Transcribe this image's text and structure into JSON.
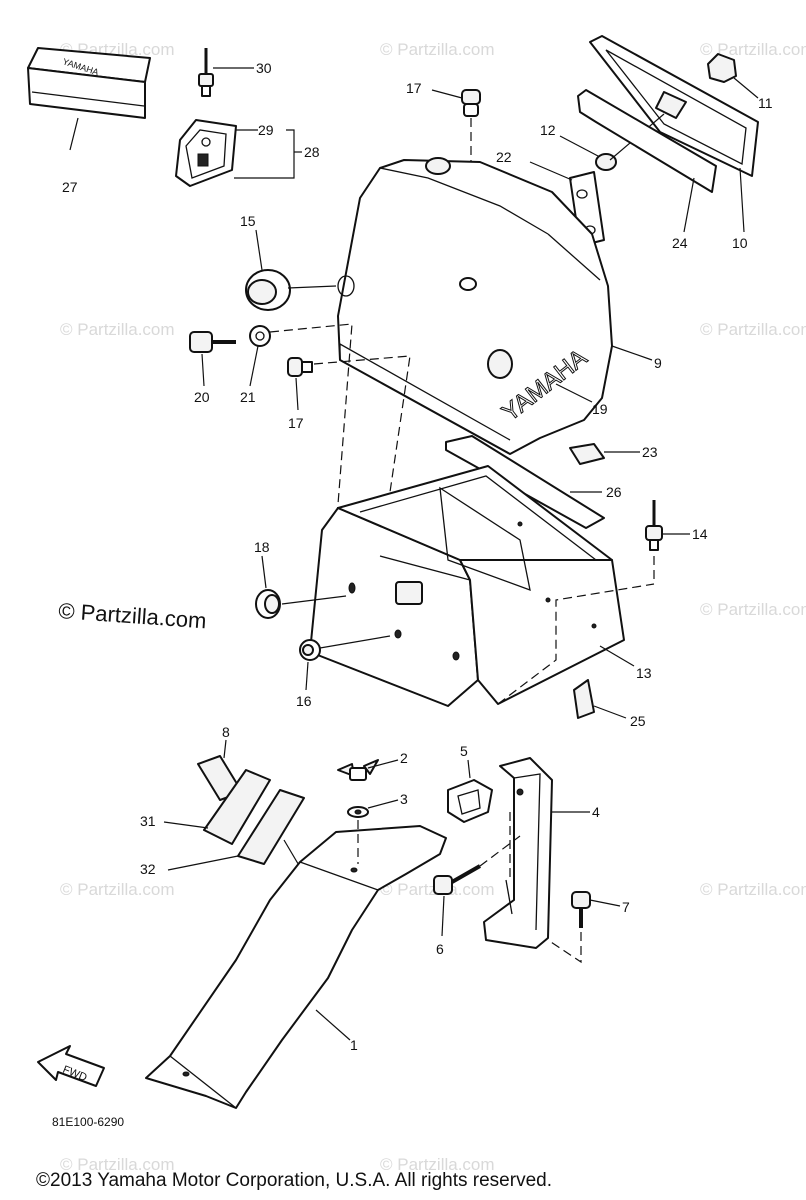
{
  "diagram": {
    "callouts": [
      {
        "id": "c30",
        "text": "30"
      },
      {
        "id": "c29",
        "text": "29"
      },
      {
        "id": "c28",
        "text": "28"
      },
      {
        "id": "c27",
        "text": "27"
      },
      {
        "id": "c17a",
        "text": "17"
      },
      {
        "id": "c12",
        "text": "12"
      },
      {
        "id": "c22",
        "text": "22"
      },
      {
        "id": "c11",
        "text": "11"
      },
      {
        "id": "c24",
        "text": "24"
      },
      {
        "id": "c10",
        "text": "10"
      },
      {
        "id": "c15",
        "text": "15"
      },
      {
        "id": "c20",
        "text": "20"
      },
      {
        "id": "c21",
        "text": "21"
      },
      {
        "id": "c17b",
        "text": "17"
      },
      {
        "id": "c9",
        "text": "9"
      },
      {
        "id": "c19",
        "text": "19"
      },
      {
        "id": "c23",
        "text": "23"
      },
      {
        "id": "c26",
        "text": "26"
      },
      {
        "id": "c14",
        "text": "14"
      },
      {
        "id": "c18",
        "text": "18"
      },
      {
        "id": "c13",
        "text": "13"
      },
      {
        "id": "c16",
        "text": "16"
      },
      {
        "id": "c25",
        "text": "25"
      },
      {
        "id": "c8",
        "text": "8"
      },
      {
        "id": "c2",
        "text": "2"
      },
      {
        "id": "c5",
        "text": "5"
      },
      {
        "id": "c3",
        "text": "3"
      },
      {
        "id": "c4",
        "text": "4"
      },
      {
        "id": "c31",
        "text": "31"
      },
      {
        "id": "c32",
        "text": "32"
      },
      {
        "id": "c6",
        "text": "6"
      },
      {
        "id": "c7",
        "text": "7"
      },
      {
        "id": "c1",
        "text": "1"
      }
    ],
    "brand_on_cover": "YAMAHA",
    "brand_on_box": "YAMAHA",
    "fwd_label": "FWD",
    "diagram_code": "81E100-6290",
    "watermark_text": "© Partzilla.com",
    "watermark_prominent": "© Partzilla.com",
    "copyright": "©2013  Yamaha Motor Corporation, U.S.A. All rights reserved."
  }
}
